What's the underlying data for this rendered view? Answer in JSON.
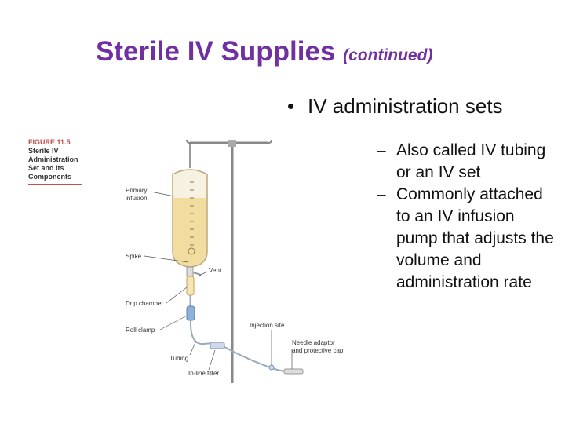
{
  "slide": {
    "title": "Sterile IV Supplies",
    "title_suffix": "(continued)",
    "bullet": "IV administration sets",
    "sub_bullets": [
      "Also called IV tubing or an IV set",
      "Commonly attached to an IV infusion pump that adjusts the volume and administration rate"
    ]
  },
  "figure": {
    "number": "FIGURE 11.5",
    "caption_lines": [
      "Sterile IV",
      "Administration",
      "Set and Its",
      "Components"
    ],
    "labels": {
      "primary_infusion_1": "Primary",
      "primary_infusion_2": "infusion",
      "spike": "Spike",
      "vent": "Vent",
      "drip_chamber": "Drip chamber",
      "roll_clamp": "Roll clamp",
      "tubing": "Tubing",
      "inline_filter": "In-line filter",
      "injection_site": "Injection site",
      "needle_adaptor_1": "Needle adaptor",
      "needle_adaptor_2": "and protective cap"
    }
  },
  "colors": {
    "title": "#7030a0",
    "figure_accent": "#c0504d",
    "fluid": "#f3dca0"
  }
}
